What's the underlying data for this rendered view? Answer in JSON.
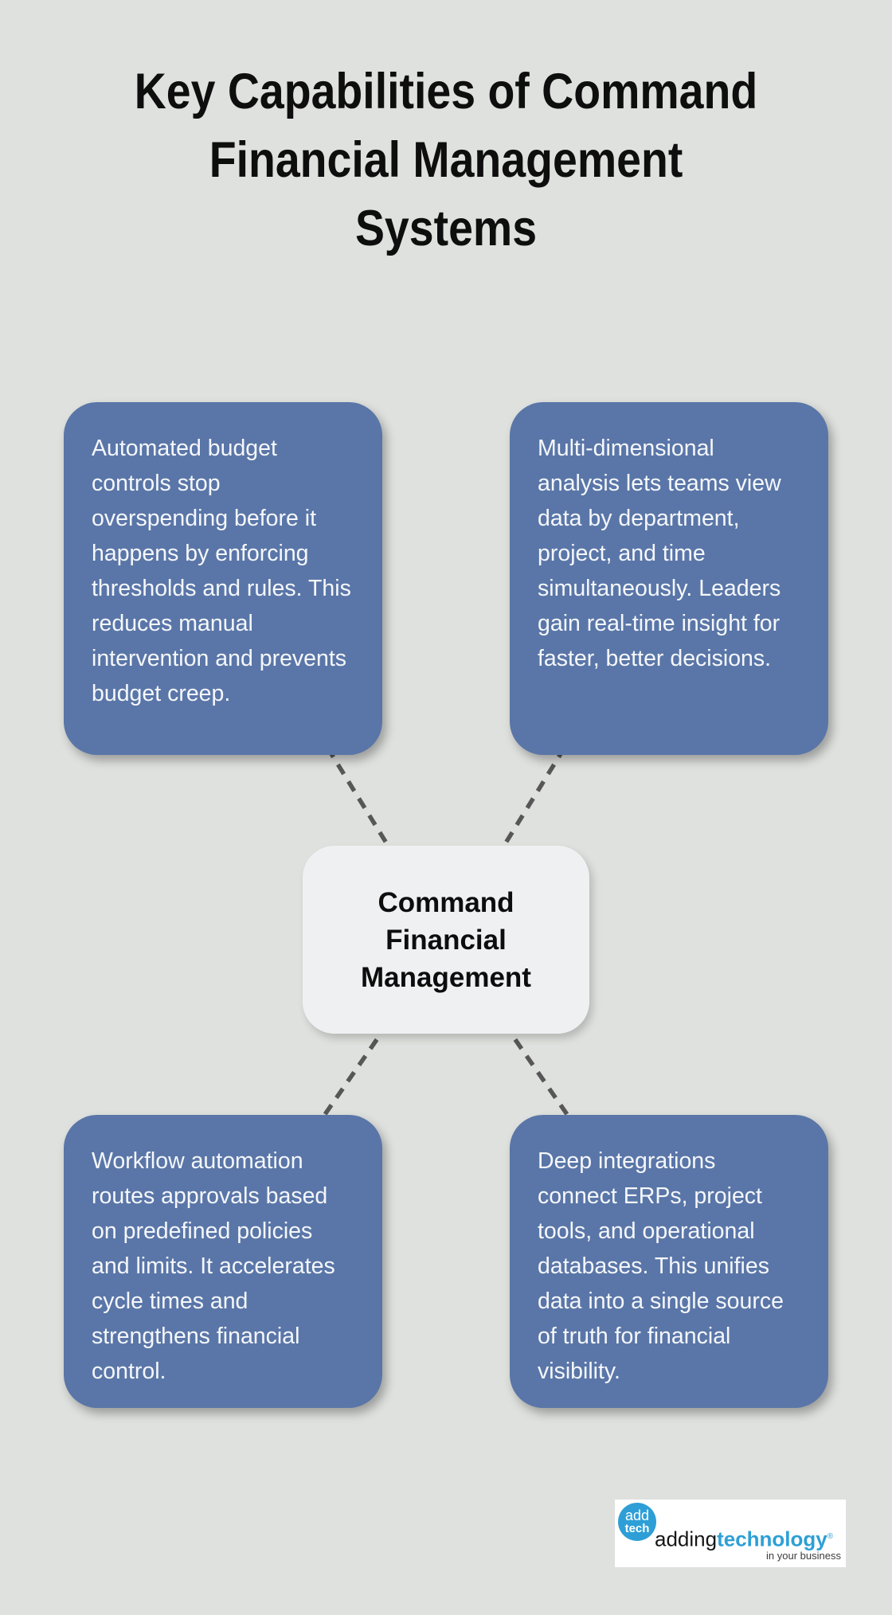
{
  "page": {
    "background_color": "#dfe1de"
  },
  "title": {
    "text": "Key Capabilities of Command Financial Management Systems",
    "lines": [
      "Key Capabilities of Command",
      "Financial Management",
      "Systems"
    ]
  },
  "center_node": {
    "label": "Command Financial Management"
  },
  "capabilities": [
    {
      "position": "top-left",
      "text": "Automated budget controls stop overspending before it happens by enforcing thresholds and rules. This reduces manual intervention and prevents budget creep."
    },
    {
      "position": "top-right",
      "text": "Multi-dimensional analysis lets teams view data by department, project, and time simultaneously. Leaders gain real-time insight for faster, better decisions."
    },
    {
      "position": "bottom-left",
      "text": "Workflow automation routes approvals based on predefined policies and limits. It accelerates cycle times and strengthens financial control."
    },
    {
      "position": "bottom-right",
      "text": "Deep integrations connect ERPs, project tools, and operational databases. This unifies data into a single source of truth for financial visibility."
    }
  ],
  "colors": {
    "card_blue": "#5a76a8",
    "center_node_bg": "#eff0f2",
    "connector_gray": "#575757",
    "logo_blue": "#2e9fd6",
    "title_black": "#0e0e0e"
  },
  "logo": {
    "badge_top": "add",
    "badge_bottom": "tech",
    "word_black": "adding",
    "word_blue": "technology",
    "registered_mark": "®",
    "tagline": "in your business"
  }
}
